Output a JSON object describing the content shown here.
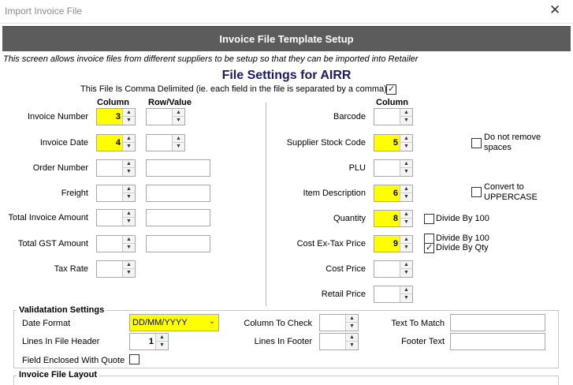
{
  "window": {
    "title": "Import Invoice File",
    "close_glyph": "✕"
  },
  "header": {
    "title": "Invoice File Template Setup"
  },
  "description": "This screen allows invoice files from different suppliers to be setup so that they can be imported into Retailer",
  "file_settings_title": "File Settings for AIRR",
  "comma_delimited_label": "This File Is Comma Delimited (ie. each field in the file is separated by a comma)",
  "left": {
    "col_header": "Column",
    "rowvalue_header": "Row/Value",
    "fields": [
      {
        "label": "Invoice Number",
        "column": "3",
        "row": ""
      },
      {
        "label": "Invoice Date",
        "column": "4",
        "row": ""
      },
      {
        "label": "Order Number",
        "column": ""
      },
      {
        "label": "Freight",
        "column": ""
      },
      {
        "label": "Total Invoice Amount",
        "column": ""
      },
      {
        "label": "Total GST Amount",
        "column": ""
      },
      {
        "label": "Tax Rate",
        "column": ""
      }
    ]
  },
  "right": {
    "col_header": "Column",
    "fields": [
      {
        "label": "Barcode",
        "column": ""
      },
      {
        "label": "Supplier Stock Code",
        "column": "5"
      },
      {
        "label": "PLU",
        "column": ""
      },
      {
        "label": "Item Description",
        "column": "6"
      },
      {
        "label": "Quantity",
        "column": "8"
      },
      {
        "label": "Cost Ex-Tax Price",
        "column": "9"
      },
      {
        "label": "Cost Price",
        "column": ""
      },
      {
        "label": "Retail Price",
        "column": ""
      }
    ],
    "options": {
      "do_not_remove_spaces": "Do not remove spaces",
      "convert_uppercase": "Convert to UPPERCASE",
      "qty_divide_100": "Divide By 100",
      "cost_divide_100": "Divide By 100",
      "cost_divide_qty": "Divide By Qty"
    }
  },
  "validation": {
    "title": "Validatation Settings",
    "date_format_label": "Date Format",
    "date_format_value": "DD/MM/YYYY",
    "lines_header_label": "Lines In File Header",
    "lines_header_value": "1",
    "enclosed_quote_label": "Field Enclosed With Quote",
    "column_to_check_label": "Column To Check",
    "lines_footer_label": "Lines In Footer",
    "text_to_match_label": "Text To Match",
    "footer_text_label": "Footer Text"
  },
  "layout_group": {
    "title": "Invoice File Layout"
  },
  "colors": {
    "highlight": "#ffff00",
    "header_bg": "#5c5c5c",
    "title_blue": "#1a1a6a"
  }
}
